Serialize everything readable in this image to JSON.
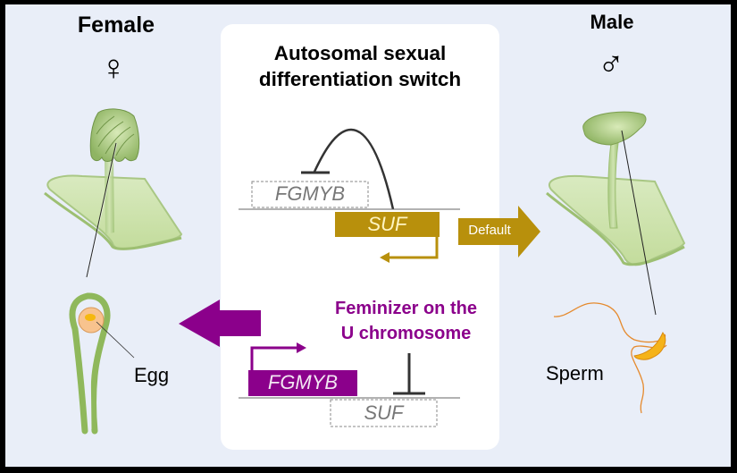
{
  "female": {
    "title": "Female",
    "symbol": "♀",
    "gamete_label": "Egg"
  },
  "male": {
    "title": "Male",
    "symbol": "♂",
    "gamete_label": "Sperm"
  },
  "switch_panel": {
    "heading_line1": "Autosomal sexual",
    "heading_line2": "differentiation switch",
    "default_state": {
      "repressed_gene": "FGMYB",
      "active_gene": "SUF",
      "arrow_label": "Default"
    },
    "feminizer": {
      "label_line1": "Feminizer on the",
      "label_line2": "U chromosome",
      "active_gene": "FGMYB",
      "repressed_gene": "SUF"
    }
  },
  "colors": {
    "background": "#e9eef8",
    "suf_gold": "#b8900c",
    "feminizer_purple": "#8b008b",
    "plant_green": "#b5d38e",
    "egg_orange": "#f8c38e",
    "sperm_orange": "#e58a2e"
  }
}
